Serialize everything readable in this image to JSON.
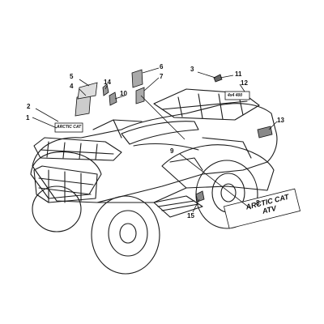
{
  "diagram": {
    "callouts": [
      {
        "id": "c1",
        "label": "1"
      },
      {
        "id": "c2",
        "label": "2"
      },
      {
        "id": "c3",
        "label": "3"
      },
      {
        "id": "c4",
        "label": "4"
      },
      {
        "id": "c5",
        "label": "5"
      },
      {
        "id": "c6",
        "label": "6"
      },
      {
        "id": "c7",
        "label": "7"
      },
      {
        "id": "c8",
        "label": "8"
      },
      {
        "id": "c9",
        "label": "9"
      },
      {
        "id": "c10",
        "label": "10"
      },
      {
        "id": "c11",
        "label": "11"
      },
      {
        "id": "c12",
        "label": "12"
      },
      {
        "id": "c13",
        "label": "13"
      },
      {
        "id": "c14",
        "label": "14"
      },
      {
        "id": "c15",
        "label": "15"
      }
    ],
    "decals": {
      "large_line1": "ARCTIC CAT",
      "large_line2": "ATV",
      "front_small": "ARCTIC CAT",
      "rear_panel": "4x4 400"
    }
  }
}
